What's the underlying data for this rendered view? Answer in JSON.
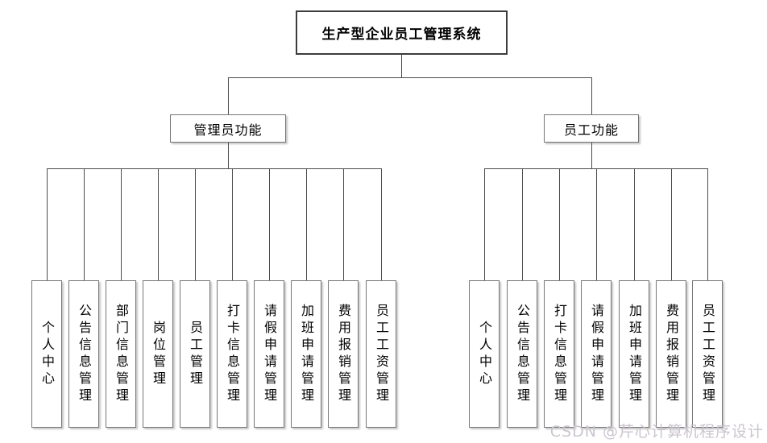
{
  "diagram": {
    "root_label": "生产型企业员工管理系统",
    "branches": [
      {
        "label": "管理员功能",
        "children": [
          "个人中心",
          "公告信息管理",
          "部门信息管理",
          "岗位管理",
          "员工管理",
          "打卡信息管理",
          "请假申请管理",
          "加班申请管理",
          "费用报销管理",
          "员工工资管理"
        ]
      },
      {
        "label": "员工功能",
        "children": [
          "个人中心",
          "公告信息管理",
          "打卡信息管理",
          "请假申请管理",
          "加班申请管理",
          "费用报销管理",
          "员工工资管理"
        ]
      }
    ]
  },
  "watermark": "CSDN @芹心计算机程序设计",
  "colors": {
    "background": "#ffffff",
    "line": "#4d4d4d",
    "root_border": "#3c3c3c",
    "box_border": "#767676",
    "text": "#000000",
    "watermark": "#cbc5cf"
  }
}
